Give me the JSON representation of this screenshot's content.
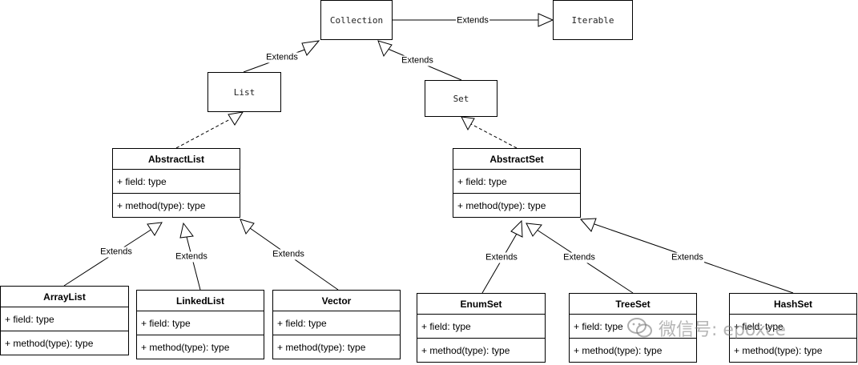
{
  "relation_label": "Extends",
  "interfaces": {
    "collection": "Collection",
    "iterable": "Iterable",
    "list": "List",
    "set": "Set"
  },
  "classes": {
    "abstract_list": {
      "name": "AbstractList",
      "field": "+ field: type",
      "method": "+ method(type): type"
    },
    "abstract_set": {
      "name": "AbstractSet",
      "field": "+ field: type",
      "method": "+ method(type): type"
    },
    "array_list": {
      "name": "ArrayList",
      "field": "+ field: type",
      "method": "+ method(type): type"
    },
    "linked_list": {
      "name": "LinkedList",
      "field": "+ field: type",
      "method": "+ method(type): type"
    },
    "vector": {
      "name": "Vector",
      "field": "+ field: type",
      "method": "+ method(type): type"
    },
    "enum_set": {
      "name": "EnumSet",
      "field": "+ field: type",
      "method": "+ method(type): type"
    },
    "tree_set": {
      "name": "TreeSet",
      "field": "+ field: type",
      "method": "+ method(type): type"
    },
    "hash_set": {
      "name": "HashSet",
      "field": "+ field: type",
      "method": "+ method(type): type"
    }
  },
  "watermark": {
    "text": "微信号: epoxce",
    "icon": "wechat-icon"
  }
}
